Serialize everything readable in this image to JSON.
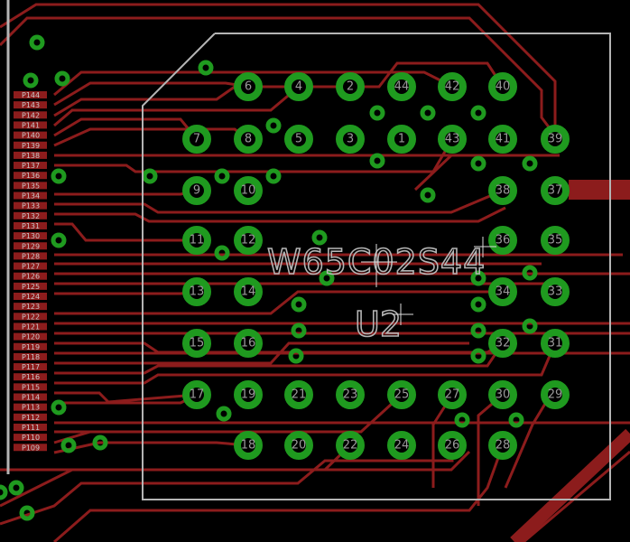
{
  "component": {
    "value": "W65C02S44",
    "name": "U2"
  },
  "edge_pins": [
    "P144",
    "P143",
    "P142",
    "P141",
    "P140",
    "P139",
    "P138",
    "P137",
    "P136",
    "P135",
    "P134",
    "P133",
    "P132",
    "P131",
    "P130",
    "P129",
    "P128",
    "P127",
    "P126",
    "P125",
    "P124",
    "P123",
    "P122",
    "P121",
    "P120",
    "P119",
    "P118",
    "P117",
    "P116",
    "P115",
    "P114",
    "P113",
    "P112",
    "P111",
    "P110",
    "P109"
  ],
  "pad_rows": [
    [
      "",
      "6",
      "4",
      "2",
      "44",
      "42",
      "40",
      ""
    ],
    [
      "7",
      "8",
      "5",
      "3",
      "1",
      "43",
      "41",
      "39"
    ],
    [
      "9",
      "10",
      "",
      "",
      "",
      "",
      "38",
      "37"
    ],
    [
      "11",
      "12",
      "",
      "",
      "",
      "",
      "36",
      "35"
    ],
    [
      "13",
      "14",
      "",
      "",
      "",
      "",
      "34",
      "33"
    ],
    [
      "15",
      "16",
      "",
      "",
      "",
      "",
      "32",
      "31"
    ],
    [
      "17",
      "19",
      "21",
      "23",
      "25",
      "27",
      "30",
      "29"
    ],
    [
      "",
      "18",
      "20",
      "22",
      "24",
      "26",
      "28",
      ""
    ]
  ],
  "colors": {
    "background": "#000000",
    "trace": "#8c1c1c",
    "pad": "#1f9a1f",
    "silkscreen": "#b4b4b4",
    "label_text": "#c8c8c8"
  }
}
